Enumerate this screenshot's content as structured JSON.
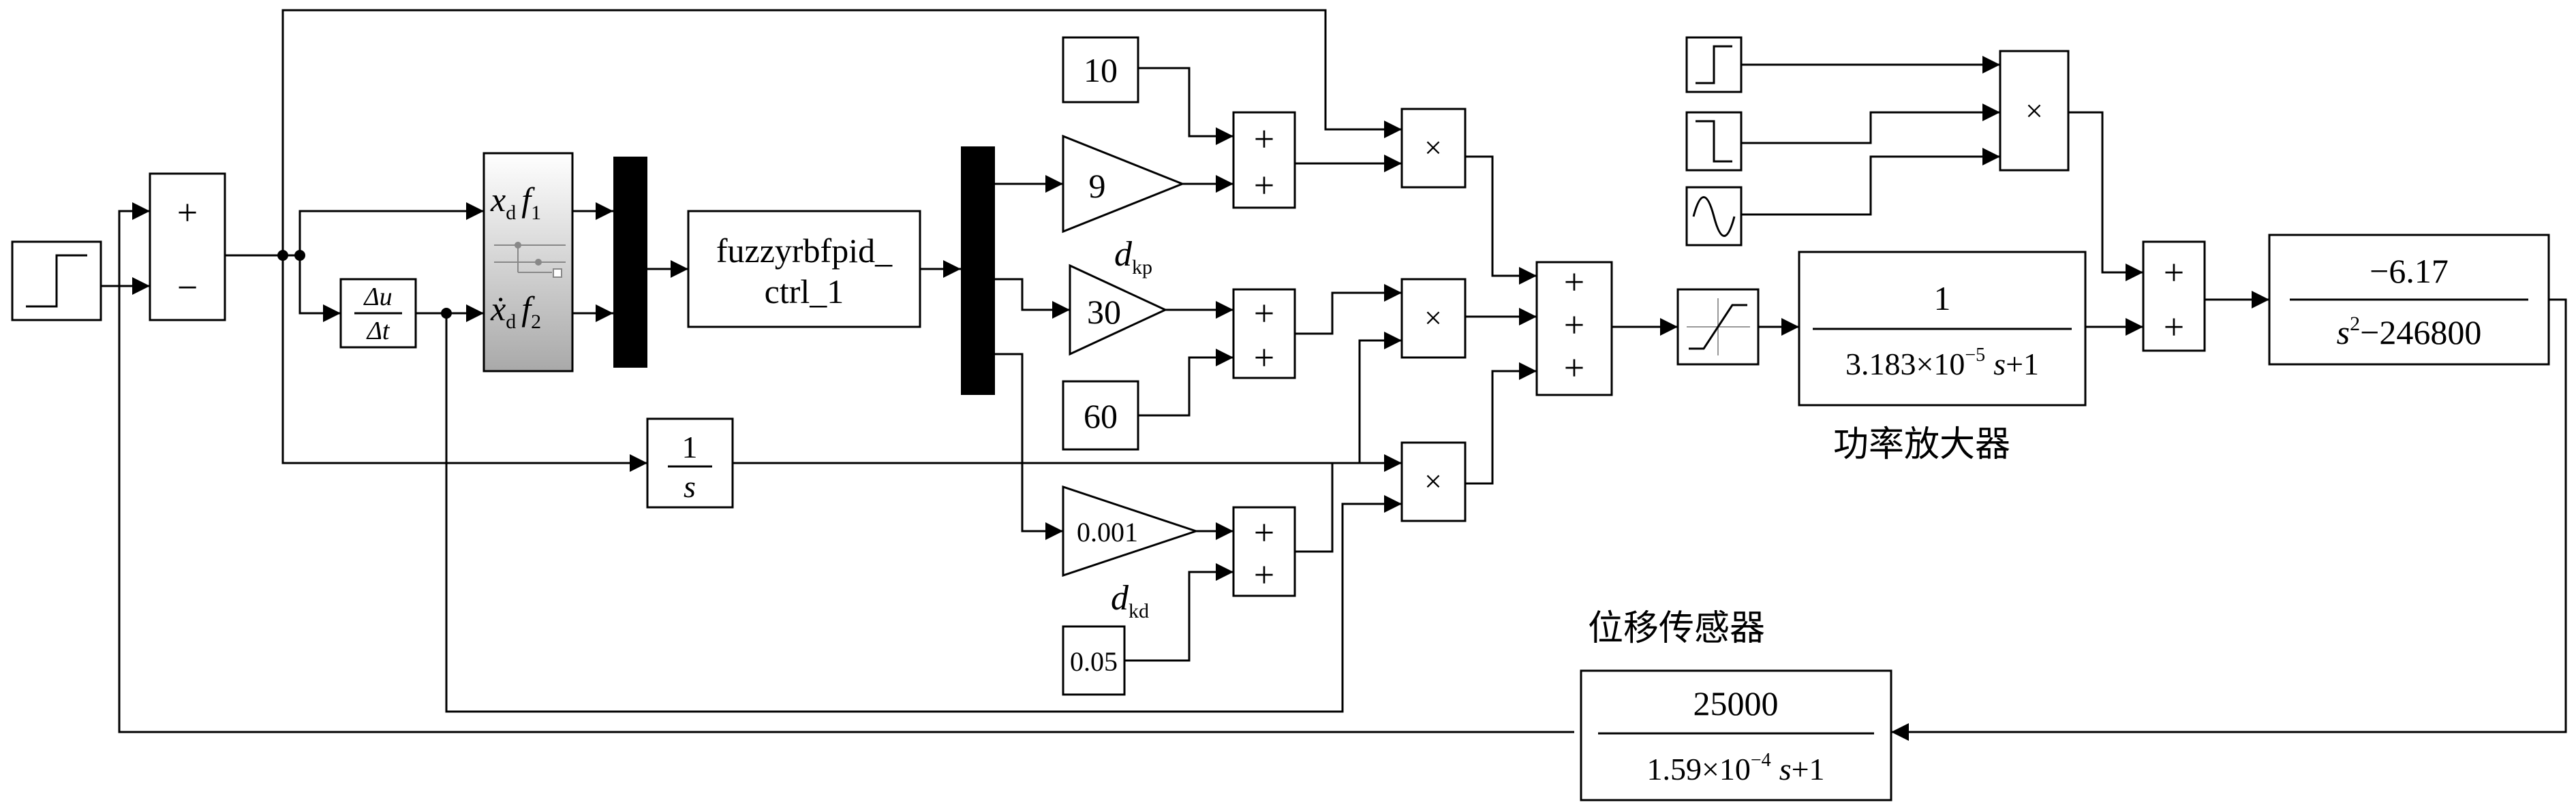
{
  "inputs": {
    "step_icon": "step-signal-icon",
    "step_down_icon": "step-down-signal-icon",
    "sine_icon": "sine-wave-icon"
  },
  "sum_error": {
    "plus": "+",
    "minus": "−"
  },
  "derivative": {
    "num": "Δu",
    "den": "Δt"
  },
  "fuzzy_subsystem": {
    "in1_var": "x",
    "in1_sub": "d",
    "out1_func": "f",
    "out1_sub": "1",
    "in2_var": "ẋ",
    "in2_sub": "d",
    "out2_func": "f",
    "out2_sub": "2"
  },
  "controller": {
    "line1": "fuzzyrbfpid_",
    "line2": "ctrl_1"
  },
  "gains": {
    "kp": "9",
    "ki": "30",
    "kd": "0.001",
    "kp_label": "d",
    "kp_sub": "kp",
    "kd_label": "d",
    "kd_sub": "kd"
  },
  "constants": {
    "kp0": "10",
    "ki0": "60",
    "kd0": "0.05"
  },
  "sums": {
    "plus": "+"
  },
  "products": {
    "symbol": "×"
  },
  "integrator": {
    "num": "1",
    "den": "s"
  },
  "power_amp": {
    "num": "1",
    "den_coef": "3.183×10",
    "den_exp": "−5",
    "den_var": "s",
    "den_rest": "+1",
    "caption": "功率放大器"
  },
  "plant": {
    "num": "−6.17",
    "den_var": "s",
    "den_exp": "2",
    "den_rest": "−246800"
  },
  "sensor": {
    "num": "25000",
    "den_coef": "1.59×10",
    "den_exp": "−4",
    "den_var": "s",
    "den_rest": "+1",
    "caption": "位移传感器"
  },
  "saturation_icon": "saturation-icon"
}
